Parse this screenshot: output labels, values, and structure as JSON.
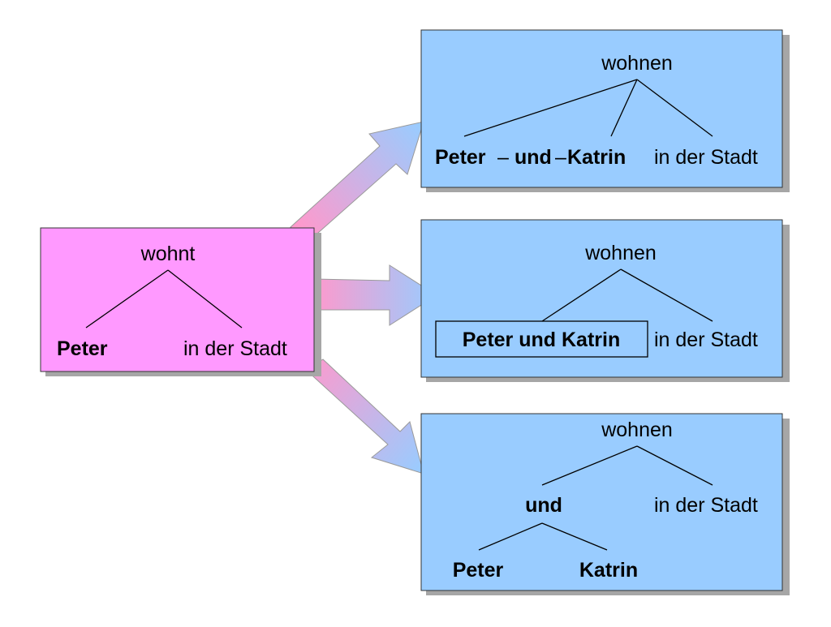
{
  "colors": {
    "source_fill": "#ff99ff",
    "target_fill": "#99ccff",
    "shadow": "#a6a6a6",
    "arrow_start": "#ff99cc",
    "arrow_end": "#99ccff"
  },
  "source": {
    "head": "wohnt",
    "left": "Peter",
    "right": "in der Stadt"
  },
  "target_top": {
    "head": "wohnen",
    "peter": "Peter",
    "dash1": "–",
    "und": "und",
    "dash2": "–",
    "katrin": "Katrin",
    "right": "in der Stadt"
  },
  "target_middle": {
    "head": "wohnen",
    "boxed": "Peter und Katrin",
    "right": "in der Stadt"
  },
  "target_bottom": {
    "head": "wohnen",
    "coord": "und",
    "right": "in der Stadt",
    "left_leaf": "Peter",
    "right_leaf": "Katrin"
  }
}
